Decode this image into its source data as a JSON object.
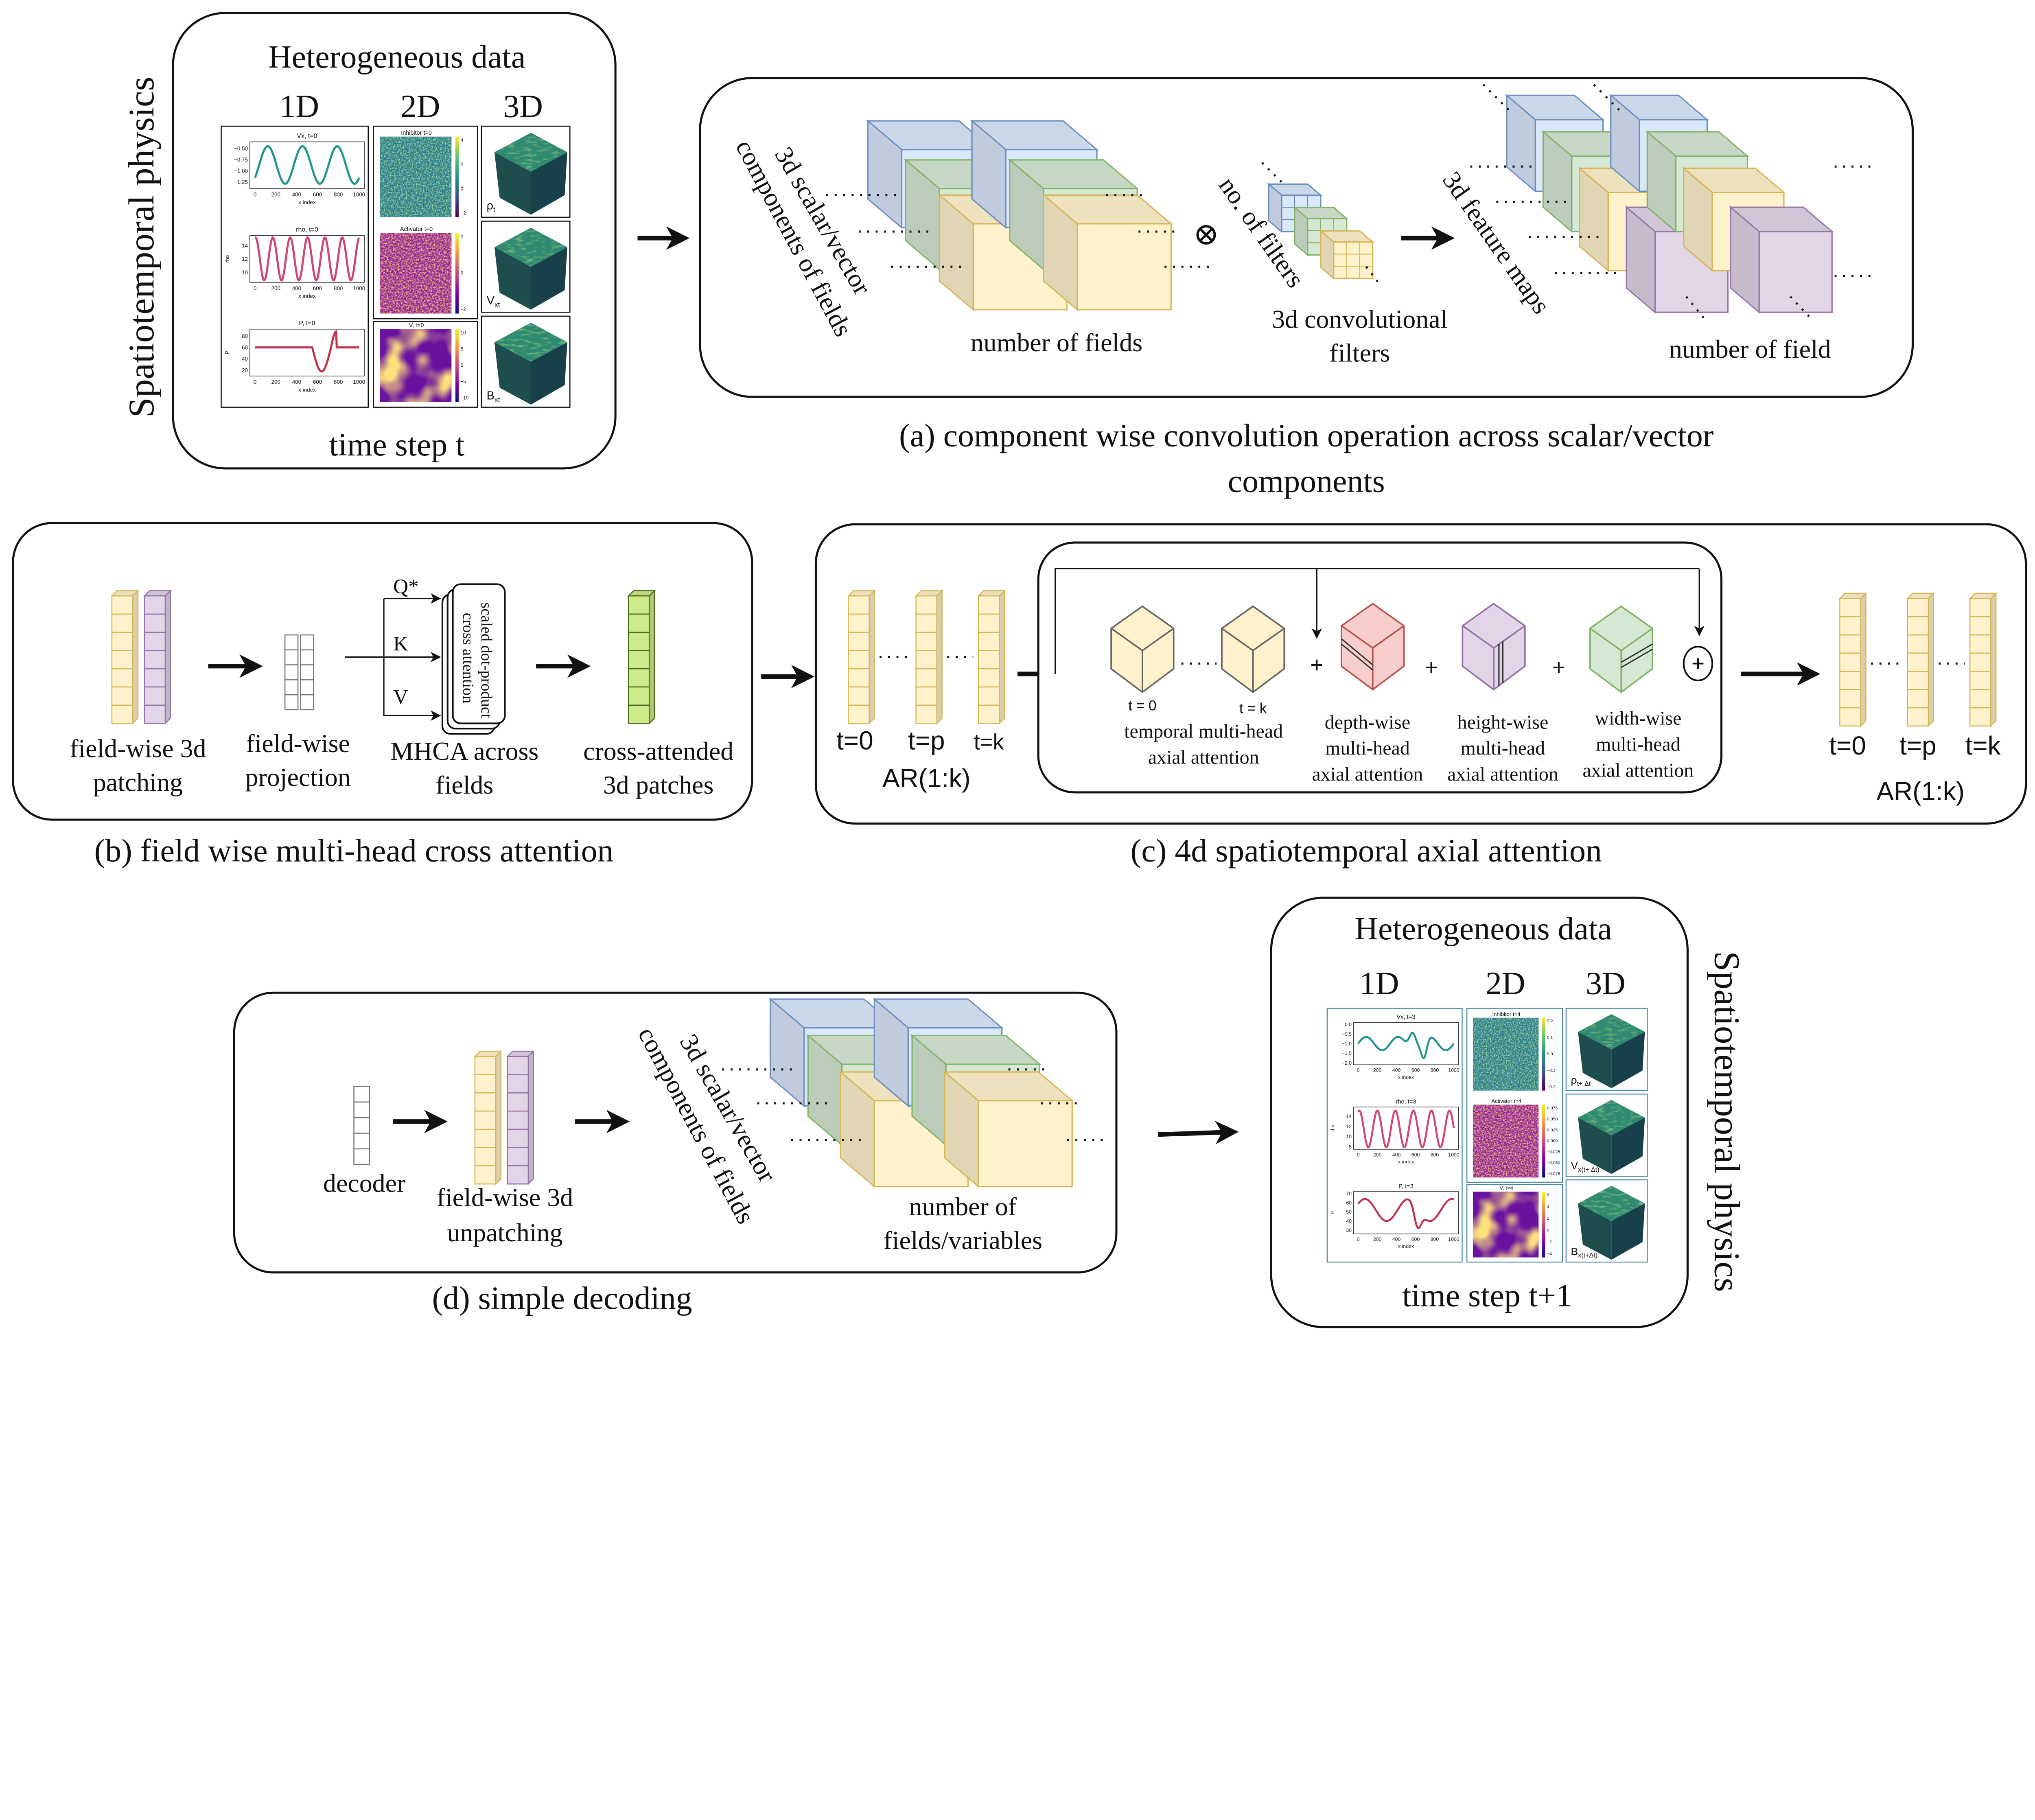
{
  "input_panel": {
    "side_label": "Spatiotemporal physics",
    "title": "Heterogeneous data",
    "dims": [
      "1D",
      "2D",
      "3D"
    ],
    "footer": "time step t",
    "xlabel": "x index",
    "xticks": [
      "0",
      "200",
      "400",
      "600",
      "800",
      "1000"
    ],
    "plots_1d": [
      {
        "title": "Vx, t=0",
        "ylabel": "",
        "yticks": [
          "−0.50",
          "−0.75",
          "−1.00",
          "−1.25"
        ],
        "color": "#1f968b"
      },
      {
        "title": "rho, t=0",
        "ylabel": "rho",
        "yticks": [
          "14",
          "12",
          "10"
        ],
        "color": "#d0457a"
      },
      {
        "title": "P, t=0",
        "ylabel": "P",
        "yticks": [
          "80",
          "60",
          "40",
          "20"
        ],
        "color": "#c0334d"
      }
    ],
    "plots_2d": [
      {
        "title": "Inhibitor t=0",
        "cbar": [
          "4",
          "2",
          "0",
          "−2"
        ],
        "colormap": "viridis"
      },
      {
        "title": "Activator t=0",
        "cbar": [
          "2",
          "0",
          "−2"
        ],
        "colormap": "plasma"
      },
      {
        "title": "V, t=0",
        "cbar": [
          "10",
          "5",
          "0",
          "−5",
          "−10"
        ],
        "colormap": "plasma"
      }
    ],
    "cubes_3d": [
      {
        "main": "ρ",
        "sub": "t"
      },
      {
        "main": "V",
        "sub": "xt"
      },
      {
        "main": "B",
        "sub": "xt"
      }
    ]
  },
  "output_panel": {
    "side_label": "Spatiotemporal physics",
    "title": "Heterogeneous data",
    "dims": [
      "1D",
      "2D",
      "3D"
    ],
    "footer": "time step t+1",
    "xlabel": "x index",
    "xticks": [
      "0",
      "200",
      "400",
      "600",
      "800",
      "1000"
    ],
    "plots_1d": [
      {
        "title": "Vx, t=3",
        "ylabel": "",
        "yticks": [
          "0.0",
          "−0.5",
          "−1.0",
          "−1.5",
          "−2.0"
        ],
        "color": "#1f968b"
      },
      {
        "title": "rho, t=3",
        "ylabel": "rho",
        "yticks": [
          "14",
          "12",
          "10",
          "8"
        ],
        "color": "#d0457a"
      },
      {
        "title": "P, t=3",
        "ylabel": "P",
        "yticks": [
          "70",
          "60",
          "50",
          "40",
          "30"
        ],
        "color": "#c0334d"
      }
    ],
    "plots_2d": [
      {
        "title": "Inhibitor t=4",
        "cbar": [
          "0.2",
          "0.1",
          "0.0",
          "−0.1",
          "−0.2"
        ],
        "colormap": "viridis"
      },
      {
        "title": "Activator t=4",
        "cbar": [
          "0.075",
          "0.050",
          "0.025",
          "0.000",
          "−0.025",
          "−0.050",
          "−0.075"
        ],
        "colormap": "plasma"
      },
      {
        "title": "V, t=4",
        "cbar": [
          "6",
          "4",
          "2",
          "0",
          "−2",
          "−4"
        ],
        "colormap": "plasma"
      }
    ],
    "cubes_3d": [
      {
        "main": "ρ",
        "sub": "t+ Δt"
      },
      {
        "main": "V",
        "sub": "x(t+ Δt)"
      },
      {
        "main": "B",
        "sub": "x(t+Δt)"
      }
    ]
  },
  "panel_a": {
    "rot_label_1": "3d scalar/vector",
    "rot_label_2": "components of fields",
    "fields_label": "number of fields",
    "operator": "⊗",
    "filters_rot_label": "no. of filters",
    "filters_label_1": "3d convolutional",
    "filters_label_2": "filters",
    "maps_rot_label": "3d feature maps",
    "maps_label": "number of field",
    "caption_1": "(a) component wise convolution operation across scalar/vector",
    "caption_2": "components"
  },
  "panel_b": {
    "patching_label": [
      "field-wise 3d",
      "patching"
    ],
    "projection_label": [
      "field-wise",
      "projection"
    ],
    "q": "Q*",
    "k": "K",
    "v": "V",
    "card_text": [
      "scaled dot-product",
      "cross attention"
    ],
    "mhca_label": [
      "MHCA across",
      "fields"
    ],
    "cross_label": [
      "cross-attended",
      "3d patches"
    ],
    "caption": "(b) field wise multi-head cross attention"
  },
  "panel_c": {
    "in_times": [
      "t=0",
      "t=p",
      "t=k"
    ],
    "in_ar": "AR(1:k)",
    "t0": "t = 0",
    "tk": "t = k",
    "temporal": [
      "temporal multi-head",
      "axial attention"
    ],
    "depth": [
      "depth-wise",
      "multi-head",
      "axial attention"
    ],
    "height": [
      "height-wise",
      "multi-head",
      "axial attention"
    ],
    "width": [
      "width-wise",
      "multi-head",
      "axial attention"
    ],
    "plus": "+",
    "out_times": [
      "t=0",
      "t=p",
      "t=k"
    ],
    "out_ar": "AR(1:k)",
    "caption": "(c) 4d spatiotemporal axial attention"
  },
  "panel_d": {
    "decoder": "decoder",
    "unpatching": [
      "field-wise 3d",
      "unpatching"
    ],
    "rot_label_1": "3d scalar/vector",
    "rot_label_2": "components of fields",
    "fields_label": [
      "number of",
      "fields/variables"
    ],
    "caption": "(d) simple decoding"
  },
  "colors": {
    "blue": "#dae8fc",
    "blue_stroke": "#6c8ebf",
    "green": "#d5e8d4",
    "green_stroke": "#82b366",
    "yellow": "#fff2cc",
    "yellow_stroke": "#d6b656",
    "purple": "#e1d5e7",
    "purple_stroke": "#9673a6",
    "red": "#f8cecc",
    "red_stroke": "#b85450",
    "lime": "#cdeb8b",
    "lime_stroke": "#36393d"
  }
}
